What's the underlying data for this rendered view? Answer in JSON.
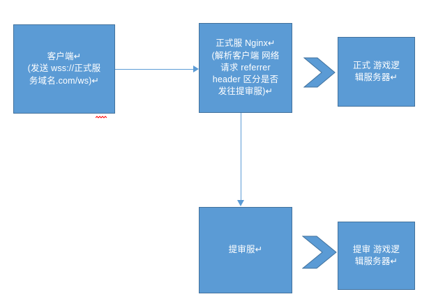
{
  "diagram": {
    "title": "WSS request routing flow",
    "background_color": "#FFFFFF",
    "node_fill_color": "#5B9BD5",
    "node_border_color": "#41719C",
    "node_text_color": "#FFFFFF",
    "connector_color": "#5B9BD5",
    "spellcheck_underline_color": "#FF0000",
    "nodes": [
      {
        "id": "client",
        "name": "client-box",
        "text": "客户端↵\n(发送 wss://正式服\n务域名.com/ws)↵",
        "shape": "rectangle"
      },
      {
        "id": "prod_nginx",
        "name": "prod-nginx-box",
        "text": "正式服 Nginx↵\n(解析客户端 网络\n请求  referrer\nheader 区分是否\n发往提审服)↵",
        "shape": "rectangle"
      },
      {
        "id": "prod_game_logic",
        "name": "prod-game-logic-box",
        "text": "正式 游戏逻\n辑服务器↵",
        "shape": "rectangle"
      },
      {
        "id": "review_service",
        "name": "review-service-box",
        "text": "提审服↵",
        "shape": "rectangle"
      },
      {
        "id": "review_game_logic",
        "name": "review-game-logic-box",
        "text": "提审 游戏逻\n辑服务器↵",
        "shape": "rectangle"
      }
    ],
    "connectors": [
      {
        "id": "client_to_nginx",
        "name": "connector-client-to-nginx",
        "from": "client",
        "to": "prod_nginx",
        "orientation": "horizontal",
        "arrowhead": "right"
      },
      {
        "id": "nginx_to_review",
        "name": "connector-nginx-to-review",
        "from": "prod_nginx",
        "to": "review_service",
        "orientation": "vertical",
        "arrowhead": "down"
      },
      {
        "id": "nginx_to_prod_logic",
        "name": "chevron-nginx-to-prod-logic",
        "from": "prod_nginx",
        "to": "prod_game_logic",
        "orientation": "horizontal",
        "arrowhead": "chevron-right"
      },
      {
        "id": "review_to_review_logic",
        "name": "chevron-review-to-review-logic",
        "from": "review_service",
        "to": "review_game_logic",
        "orientation": "horizontal",
        "arrowhead": "chevron-right"
      }
    ]
  }
}
